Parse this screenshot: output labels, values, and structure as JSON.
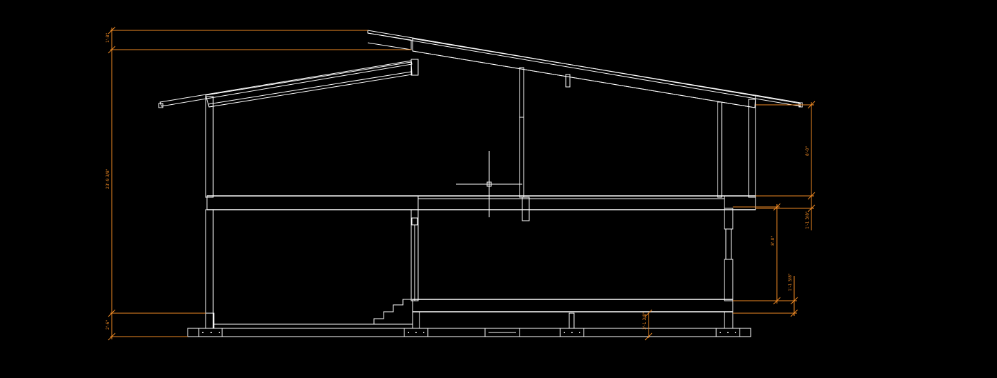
{
  "colors": {
    "background": "#000000",
    "linework": "#ffffff",
    "dimension": "#f08a24"
  },
  "dimensions": {
    "overhang_rise": "1'-8\"",
    "overall_height": "23'-9 3/8\"",
    "footing_depth": "2'-6\"",
    "upper_wall_height": "8'-0\"",
    "floor_joist_depth": "1'-1 3/8\"",
    "main_wall_height": "8'-0\"",
    "main_floor_depth": "1'-1 3/8\"",
    "crawl_height": "3'-1 3/8\""
  },
  "cursor": {
    "name": "crosshair-cursor"
  }
}
